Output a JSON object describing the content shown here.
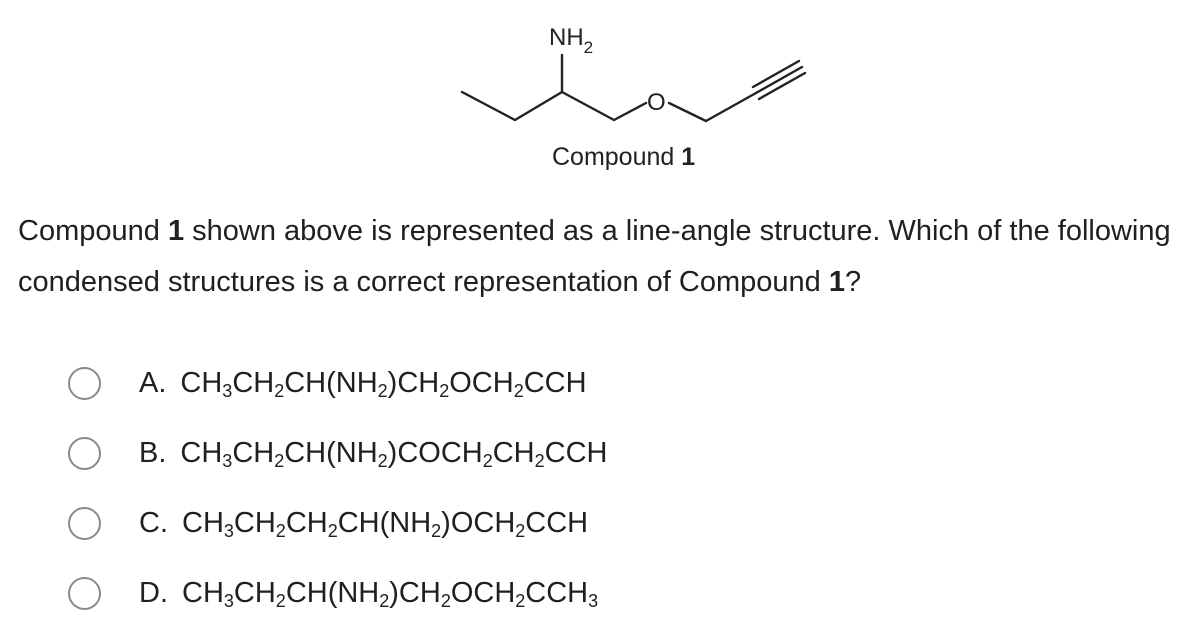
{
  "structure": {
    "substituent_label": "NH2",
    "oxygen_label": "O",
    "caption_text": "Compound ",
    "caption_number": "1"
  },
  "question": {
    "part1": "Compound ",
    "bold1": "1",
    "part2": " shown above is represented as a line-angle structure.  Which of the following condensed structures is a correct representation of Compound ",
    "bold2": "1",
    "part3": "?"
  },
  "options": [
    {
      "letter": "A.",
      "formula": "CH3CH2CH(NH2)CH2OCH2CCH"
    },
    {
      "letter": "B.",
      "formula": "CH3CH2CH(NH2)COCH2CH2CCH"
    },
    {
      "letter": "C.",
      "formula": "CH3CH2CH2CH(NH2)OCH2CCH"
    },
    {
      "letter": "D.",
      "formula": "CH3CH2CH(NH2)CH2OCH2CCH3"
    }
  ]
}
